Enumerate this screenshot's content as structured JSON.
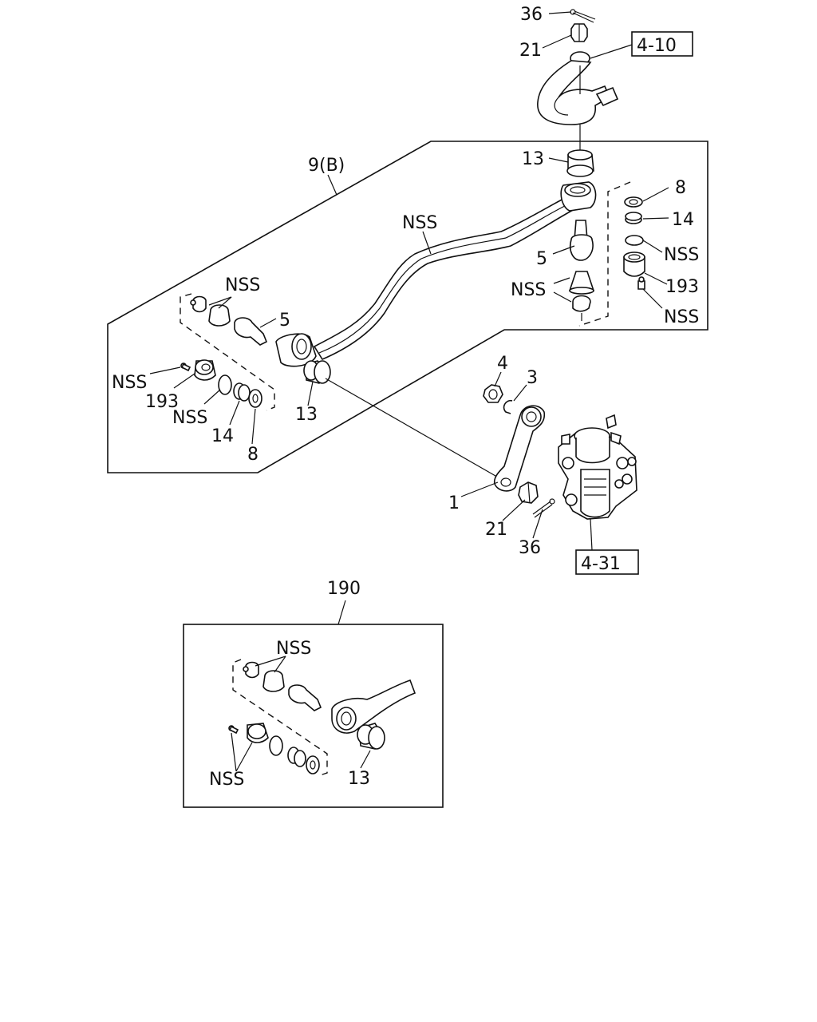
{
  "labels": {
    "l36_top": "36",
    "l21_top": "21",
    "ref_4_10": "4-10",
    "l13_top": "13",
    "l9b": "9(B)",
    "l8_right": "8",
    "l14_right": "14",
    "nss_right_1": "NSS",
    "l193_right": "193",
    "nss_right_2": "NSS",
    "nss_tube": "NSS",
    "l5_right": "5",
    "nss_right_3": "NSS",
    "nss_left_1": "NSS",
    "l5_left": "5",
    "nss_left_2": "NSS",
    "l193_left": "193",
    "nss_left_3": "NSS",
    "l14_left": "14",
    "l8_left": "8",
    "l13_left": "13",
    "l4": "4",
    "l3": "3",
    "l1": "1",
    "l21_bottom": "21",
    "l36_bottom": "36",
    "ref_4_31": "4-31",
    "l190": "190",
    "nss_inset_1": "NSS",
    "nss_inset_2": "NSS",
    "l13_inset": "13"
  }
}
